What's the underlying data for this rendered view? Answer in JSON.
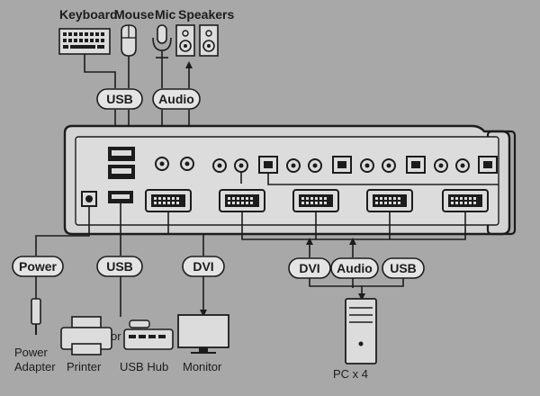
{
  "devices_top": {
    "keyboard": "Keyboard",
    "mouse": "Mouse",
    "mic": "Mic",
    "speakers": "Speakers"
  },
  "pills": {
    "usb_top": "USB",
    "audio_top": "Audio",
    "power": "Power",
    "usb_bottom": "USB",
    "dvi_bottom": "DVI",
    "dvi_pc": "DVI",
    "audio_pc": "Audio",
    "usb_pc": "USB"
  },
  "devices_bottom": {
    "power_adapter_line1": "Power",
    "power_adapter_line2": "Adapter",
    "printer": "Printer",
    "or": "or",
    "usb_hub": "USB Hub",
    "monitor": "Monitor",
    "pc": "PC x 4"
  },
  "colors": {
    "background": "#a8a8a8",
    "line": "#1c1c1c",
    "pill_fill": "#e4e4e4",
    "device_fill": "#dcdcdc"
  }
}
